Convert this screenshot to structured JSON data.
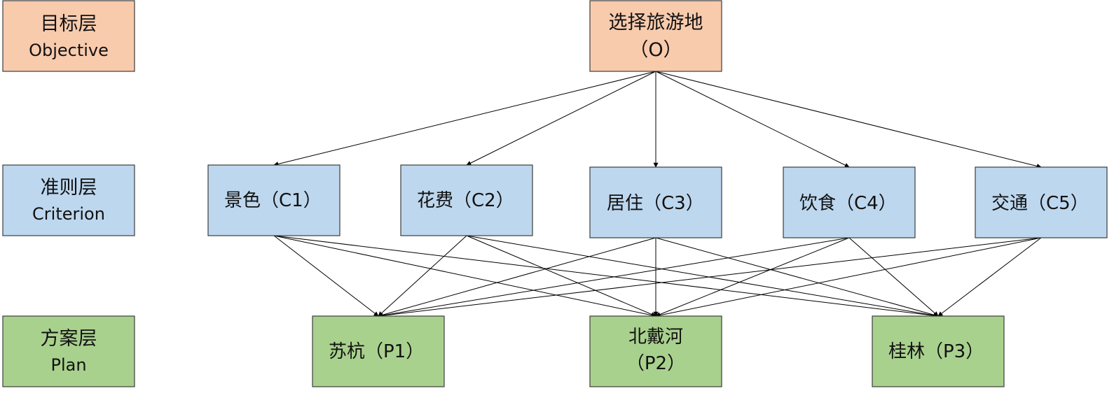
{
  "colors": {
    "objective": "#f8cbad",
    "criterion": "#bdd7ee",
    "plan": "#a9d18e",
    "border": "#3c3c3c",
    "arrow": "#000000"
  },
  "layers": {
    "objective": {
      "zh": "目标层",
      "en": "Objective"
    },
    "criterion": {
      "zh": "准则层",
      "en": "Criterion"
    },
    "plan": {
      "zh": "方案层",
      "en": "Plan"
    }
  },
  "objective": {
    "line1": "选择旅游地",
    "line2": "（O）"
  },
  "criteria": [
    {
      "id": "C1",
      "label": "景色（C1）"
    },
    {
      "id": "C2",
      "label": "花费（C2）"
    },
    {
      "id": "C3",
      "label": "居住（C3）"
    },
    {
      "id": "C4",
      "label": "饮食（C4）"
    },
    {
      "id": "C5",
      "label": "交通（C5）"
    }
  ],
  "plans": [
    {
      "id": "P1",
      "lines": [
        "苏杭（P1）"
      ]
    },
    {
      "id": "P2",
      "lines": [
        "北戴河",
        "（P2）"
      ]
    },
    {
      "id": "P3",
      "lines": [
        "桂林（P3）"
      ]
    }
  ]
}
